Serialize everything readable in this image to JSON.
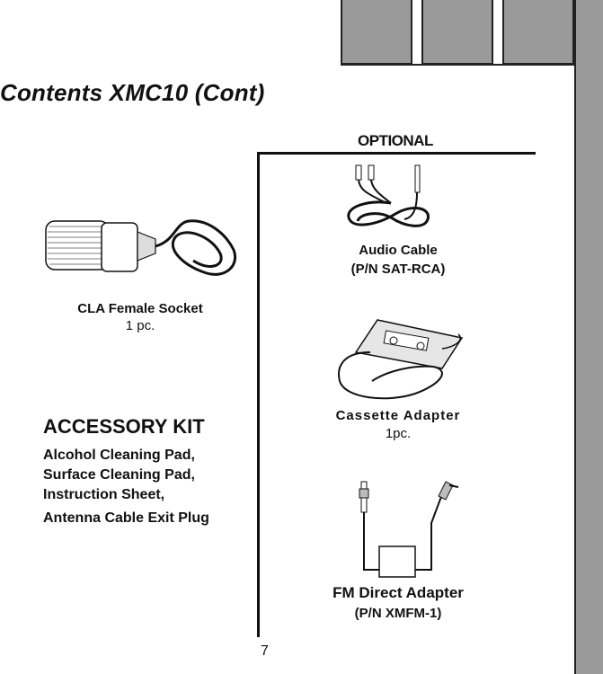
{
  "page": {
    "title": "Contents XMC10 (Cont)",
    "page_number": "7"
  },
  "optional_section": {
    "heading": "OPTIONAL",
    "items": [
      {
        "name": "Audio  Cable",
        "detail": "(P/N SAT-RCA)"
      },
      {
        "name": "Cassette  Adapter",
        "detail": "1pc."
      },
      {
        "name": "FM Direct Adapter",
        "detail": "(P/N  XMFM-1)"
      }
    ]
  },
  "included": {
    "cla_socket": {
      "name": "CLA Female Socket",
      "qty": "1 pc."
    }
  },
  "accessory_kit": {
    "title": "ACCESSORY KIT",
    "items": [
      "Alcohol Cleaning Pad,",
      "Surface Cleaning Pad,",
      "Instruction Sheet,",
      "Antenna Cable Exit Plug"
    ]
  },
  "colors": {
    "tab_gray": "#9a9a9a",
    "ink": "#111111"
  }
}
